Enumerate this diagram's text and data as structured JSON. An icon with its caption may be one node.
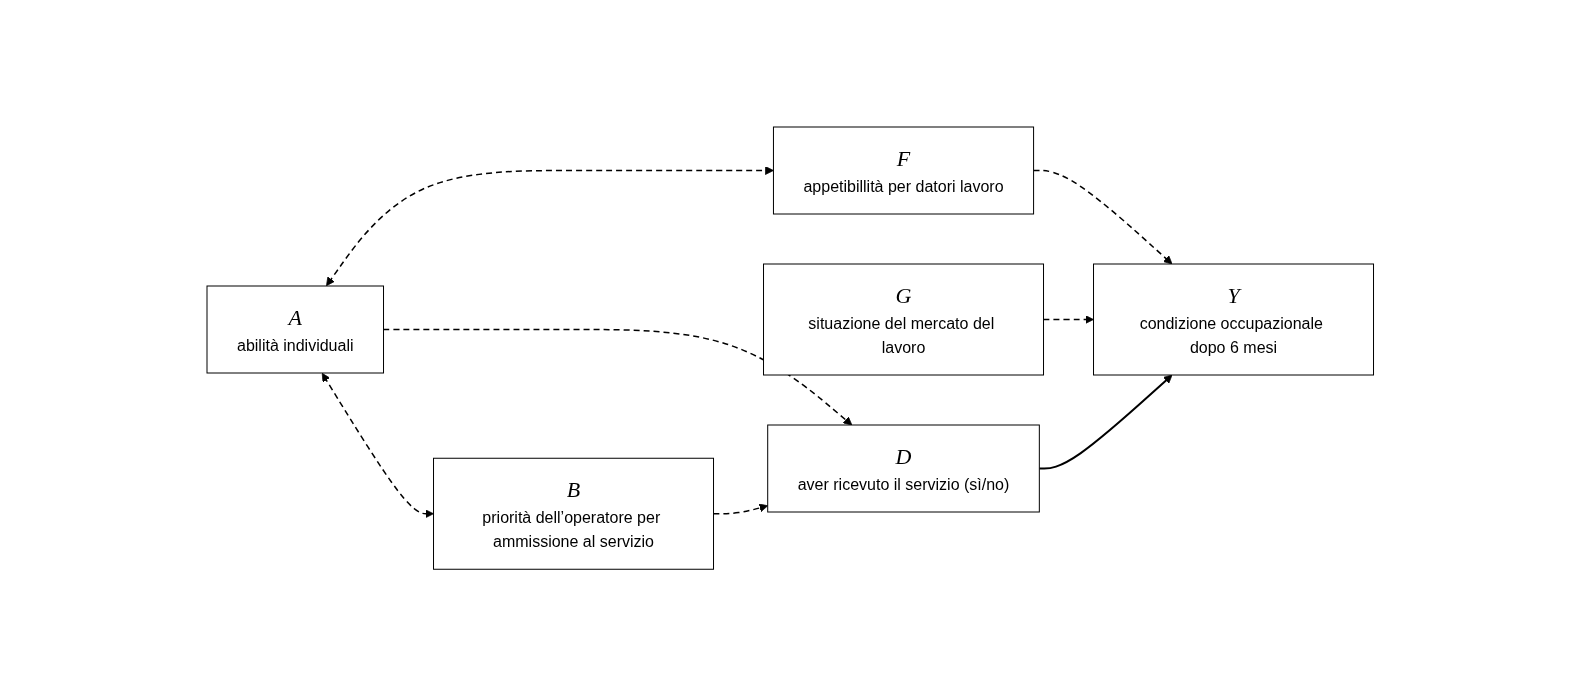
{
  "diagram": {
    "nodes": [
      {
        "text": [
          "A",
          "abilità individuali"
        ]
      },
      {
        "text": [
          "F",
          "appetibillità per datori lavoro"
        ]
      },
      {
        "text": [
          "G",
          "situazione del mercato del lavoro"
        ]
      },
      {
        "text": [
          "B",
          "priorità dell’operatore per ammissione al servizio"
        ]
      },
      {
        "text": [
          "D",
          "aver ricevuto il servizio (sì/no)"
        ]
      },
      {
        "text": [
          "Y",
          "condizione occupazionale dopo 6 mesi"
        ]
      }
    ],
    "edges": [
      {
        "from": 0,
        "to": 1,
        "arrow": "both",
        "style": "dashed"
      },
      {
        "from": 0,
        "to": 3,
        "arrow": "both",
        "style": "dashed"
      },
      {
        "from": 0,
        "to": 4,
        "arrow": "to",
        "style": "dashed"
      },
      {
        "from": 1,
        "to": 5,
        "arrow": "to",
        "style": "dashed"
      },
      {
        "from": 2,
        "to": 5,
        "arrow": "to",
        "style": "dashed"
      },
      {
        "from": 3,
        "to": 4,
        "arrow": "to",
        "style": "dashed"
      },
      {
        "from": 4,
        "to": 5,
        "arrow": "to"
      }
    ]
  }
}
